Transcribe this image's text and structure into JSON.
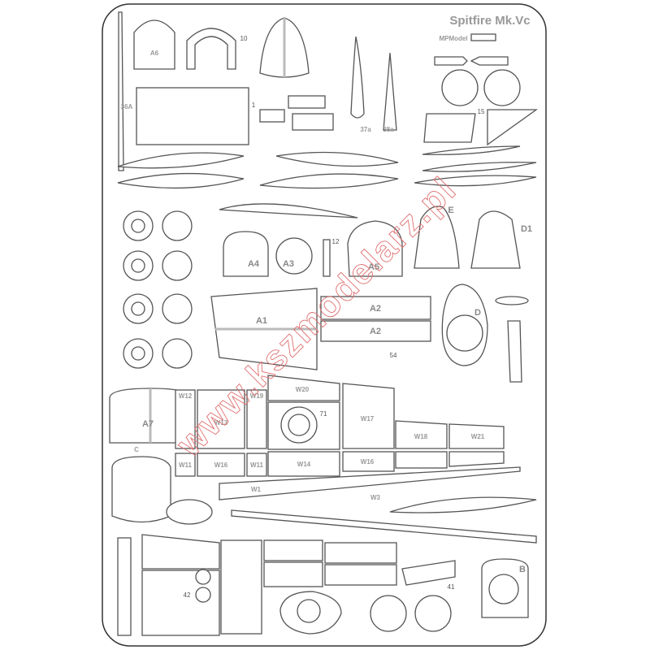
{
  "sheet": {
    "title": "Spitfire Mk.Vc",
    "maker": "MPModel",
    "watermark": "www.kszmodelarz.pl",
    "parts": {
      "a1": "A1",
      "a2a": "A2",
      "a2b": "A2",
      "a3": "A3",
      "a4": "A4",
      "a5": "A5",
      "a6": "A6",
      "a7": "A7",
      "b": "B",
      "c": "C",
      "d": "D",
      "d1": "D1",
      "e": "E",
      "w1": "W1",
      "w3": "W3",
      "w11a": "W11",
      "w11b": "W11",
      "w12": "W12",
      "w13": "W13",
      "w14": "W14",
      "w16": "W16",
      "w17": "W17",
      "w18": "W18",
      "w19": "W19",
      "w20": "W20",
      "w21": "W21",
      "n1": "1",
      "n10": "10",
      "n12": "12",
      "n15": "15",
      "n41": "41",
      "n42": "42",
      "n54": "54",
      "n71": "71",
      "n36a": "36A",
      "n37a": "37a",
      "n38a": "38a"
    }
  }
}
